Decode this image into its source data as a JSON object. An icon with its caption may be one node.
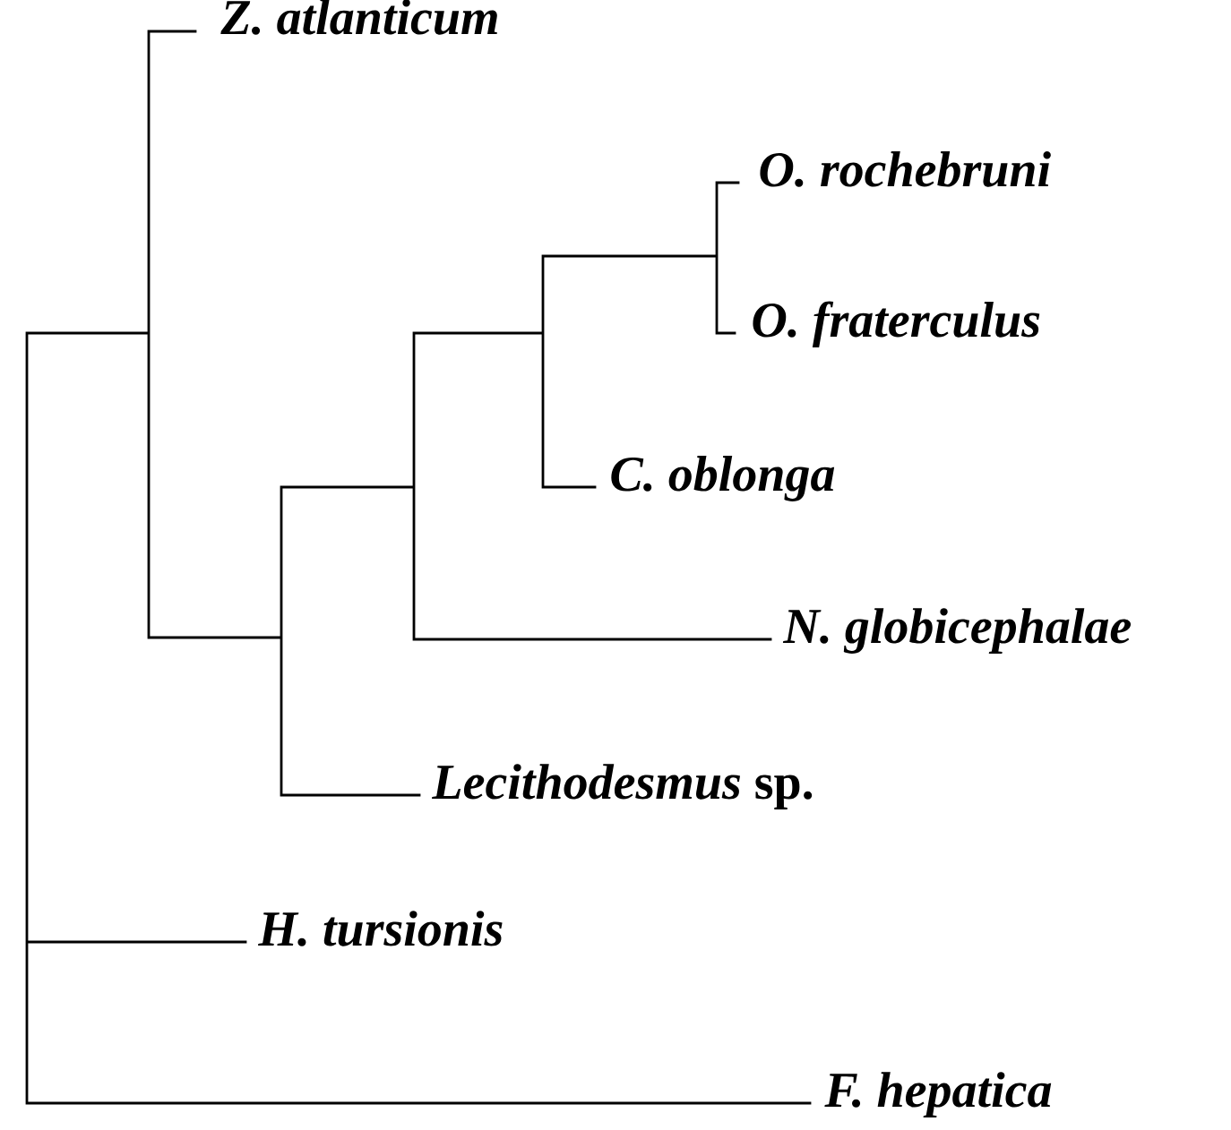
{
  "diagram": {
    "labels": [
      "Z. atlanticum",
      "O. rochebruni",
      "O. fraterculus",
      "C. oblonga",
      "N. globicephalae",
      "*Lecithodesmus* sp.",
      "H. tursionis",
      "F. hepatica"
    ]
  }
}
